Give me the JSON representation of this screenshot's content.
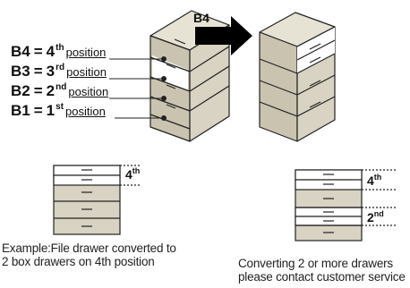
{
  "positions": [
    {
      "code": "B4",
      "eq": "=",
      "num": "4",
      "sup": "th",
      "word": "position"
    },
    {
      "code": "B3",
      "eq": "=",
      "num": "3",
      "sup": "rd",
      "word": "position"
    },
    {
      "code": "B2",
      "eq": "=",
      "num": "2",
      "sup": "nd",
      "word": "position"
    },
    {
      "code": "B1",
      "eq": "=",
      "num": "1",
      "sup": "st",
      "word": "position"
    }
  ],
  "arrow_label": "B4",
  "example_left": {
    "label_num": "4",
    "label_sup": "th",
    "caption_line1": "Example:File drawer converted to",
    "caption_line2": "2 box drawers on 4th position"
  },
  "example_right": {
    "label_top_num": "4",
    "label_top_sup": "th",
    "label_bottom_num": "2",
    "label_bottom_sup": "nd",
    "caption_line1": "Converting 2 or more drawers",
    "caption_line2": "please contact customer service"
  },
  "colors": {
    "cabinet_face": "#d8d3c2",
    "cabinet_side": "#c9c3b0",
    "cabinet_top": "#e6e2d4",
    "highlight": "#ffffff",
    "outline": "#222222"
  }
}
